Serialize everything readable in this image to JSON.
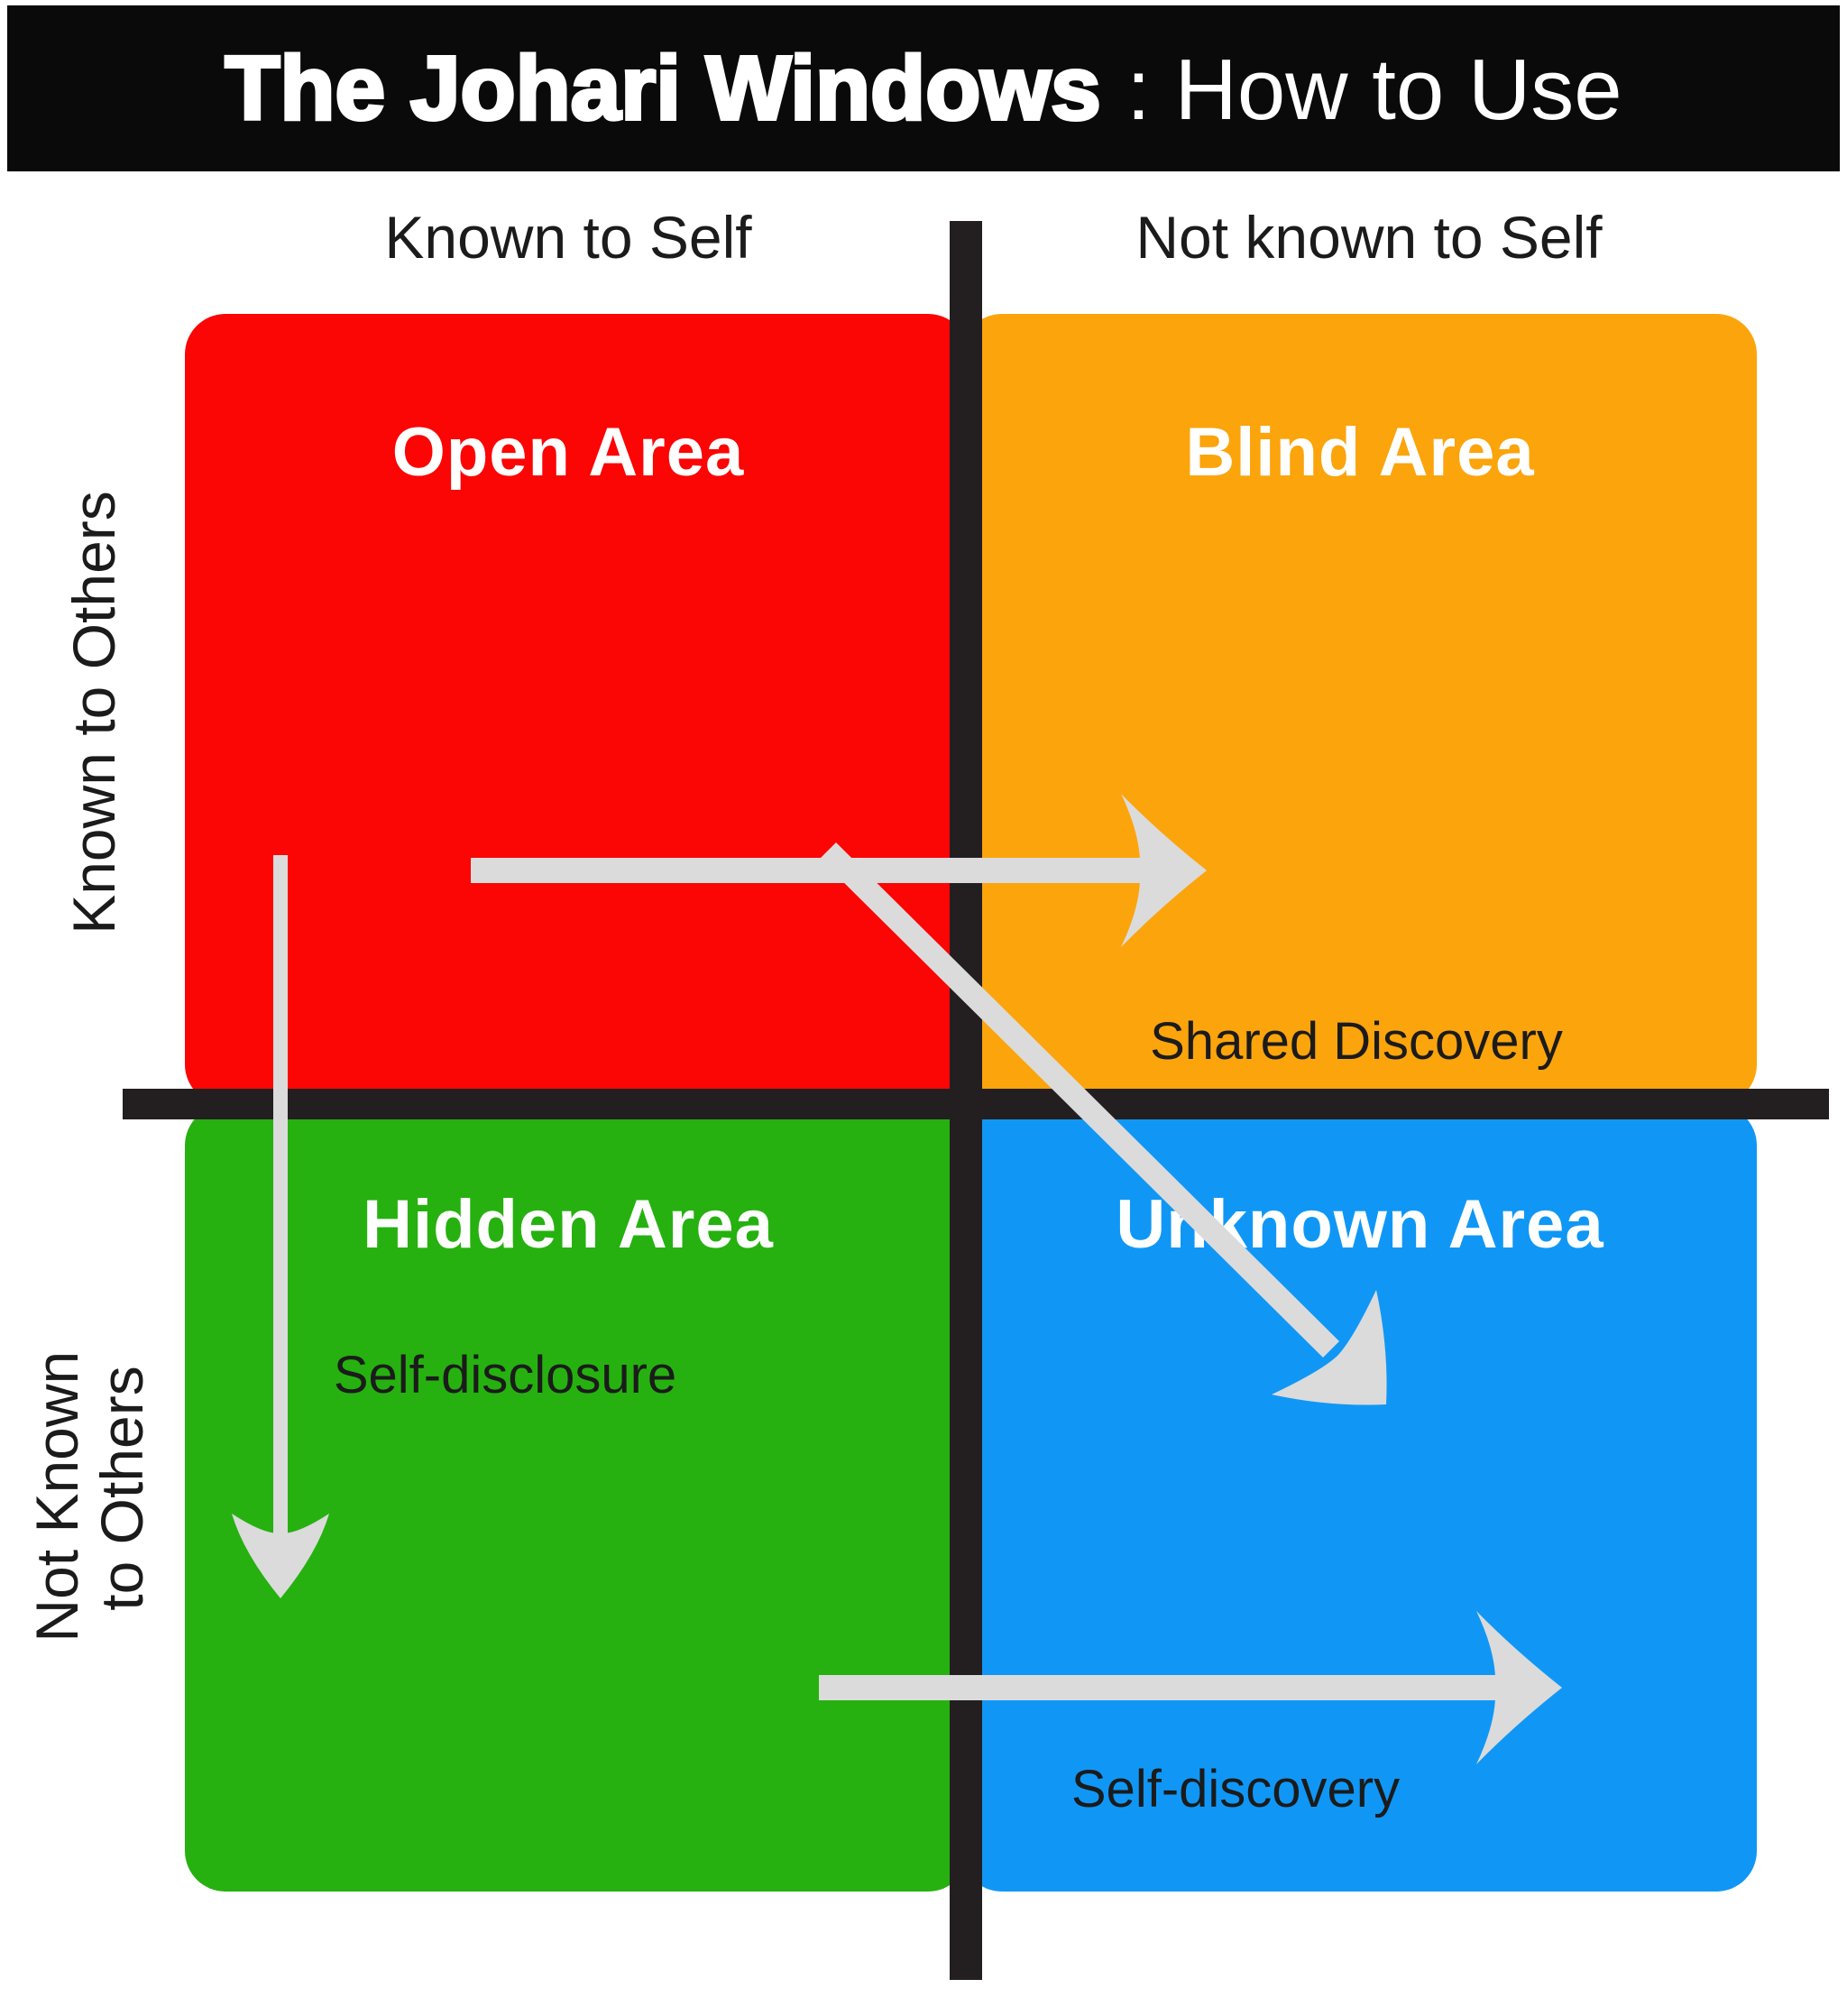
{
  "title": {
    "main": "The Johari Windows",
    "suffix": ": How to Use"
  },
  "column_headers": {
    "left": "Known to Self",
    "right": "Not known to Self"
  },
  "row_headers": {
    "top": "Known to Others",
    "bottom": [
      "Not Known",
      "to Others"
    ]
  },
  "quadrants": {
    "open": {
      "title": "Open Area"
    },
    "blind": {
      "title": "Blind Area",
      "sublabel": "Shared Discovery"
    },
    "hidden": {
      "title": "Hidden Area",
      "sublabel": "Self-disclosure"
    },
    "unknown": {
      "title": "Unknown Area",
      "sublabel": "Self-discovery"
    }
  },
  "arrows": [
    {
      "name": "open-to-blind-arrow",
      "direction": "right",
      "meaning": "Shared Discovery"
    },
    {
      "name": "open-to-hidden-arrow",
      "direction": "down",
      "meaning": "Self-disclosure"
    },
    {
      "name": "open-to-unknown-arrow",
      "direction": "down-right",
      "meaning": "Shared Discovery"
    },
    {
      "name": "hidden-to-unknown-arrow",
      "direction": "right",
      "meaning": "Self-discovery"
    }
  ],
  "colors": {
    "background": "#ffffff",
    "title_bar": "#0a0a0a",
    "title_text": "#ffffff",
    "grid": "#231f20",
    "red": "#fb0505",
    "orange": "#fba40c",
    "green": "#26b110",
    "blue": "#1097f5",
    "arrow": "#dbdbdb",
    "label": "#1b1b1b",
    "quadrant_label": "#ffffff"
  }
}
